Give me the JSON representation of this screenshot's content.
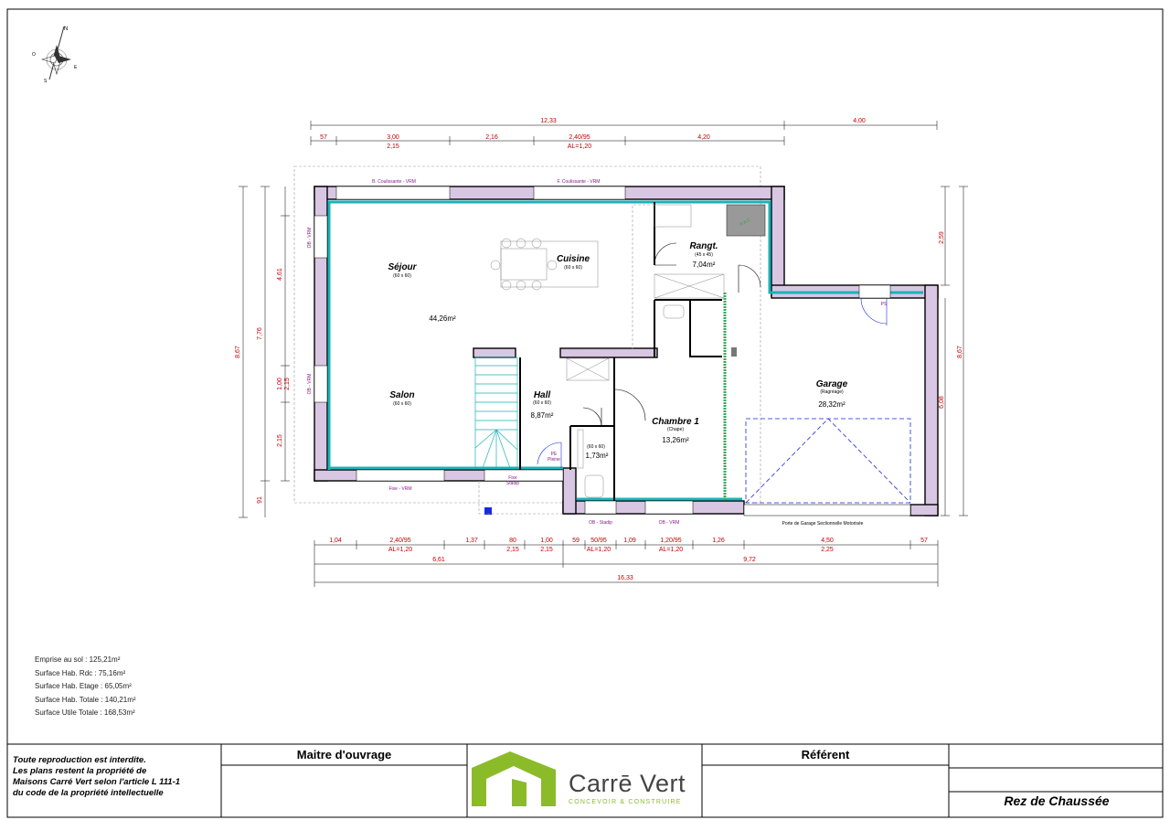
{
  "compass": {
    "n": "N",
    "s": "S",
    "e": "E",
    "o": "O"
  },
  "dims_top_total": [
    "12,33",
    "4,00"
  ],
  "dims_top": [
    {
      "t": "57"
    },
    {
      "t": "3,00",
      "b": "2,15"
    },
    {
      "t": "2,16"
    },
    {
      "t": "2,40/95",
      "b": "AL=1,20"
    },
    {
      "t": "4,20"
    }
  ],
  "dims_bottom": [
    {
      "t": "1,04"
    },
    {
      "t": "2,40/95",
      "b": "AL=1,20"
    },
    {
      "t": "1,37"
    },
    {
      "t": "80",
      "b": "2,15"
    },
    {
      "t": "1,00",
      "b": "2,15"
    },
    {
      "t": "59"
    },
    {
      "t": "50/95",
      "b": "AL=1,20"
    },
    {
      "t": "1,09"
    },
    {
      "t": "1,20/95",
      "b": "AL=1,20"
    },
    {
      "t": "1,26"
    },
    {
      "t": "4,50",
      "b": "2,25"
    },
    {
      "t": "57"
    }
  ],
  "dims_bottom_mid": [
    "6,61",
    "9,72"
  ],
  "dims_bottom_total": "16,33",
  "dims_left": [
    "8,67",
    "7,76",
    "4,61",
    "1,00",
    "2,15",
    "2,15",
    "91"
  ],
  "dims_right": [
    "2,59",
    "8,67",
    "6,08"
  ],
  "openings": {
    "top_left": "B. Coulissante - VRM",
    "top_right": "F. Coulissante - VRM",
    "left_top": "OB - VRM",
    "left_bottom": "OB - VRM",
    "bottom_salon": "Fixe - VRM",
    "fixe_stadip": "Fixe\nStadip",
    "pe_pleine": "PE\nPleine",
    "ob_stadip": "OB - Stadip",
    "ob_vrm": "OB - VRM",
    "garage_door": "Porte de Garage Sectionnelle Motorisée",
    "ps": "PS",
    "pac": "P.A.C"
  },
  "rooms": {
    "sejour": {
      "name": "Séjour",
      "tile": "(60 x 60)"
    },
    "salon": {
      "name": "Salon",
      "tile": "(60 x 60)"
    },
    "living_area": "44,26m²",
    "cuisine": {
      "name": "Cuisine",
      "tile": "(60 x 60)"
    },
    "hall": {
      "name": "Hall",
      "tile": "(60 x 60)",
      "area": "8,87m²"
    },
    "wc": {
      "tile": "(60 x 60)",
      "area": "1,73m²"
    },
    "rangt": {
      "name": "Rangt.",
      "tile": "(45 x 45)",
      "area": "7,04m²"
    },
    "chambre": {
      "name": "Chambre 1",
      "tile": "(Chape)",
      "area": "13,26m²"
    },
    "garage": {
      "name": "Garage",
      "tile": "(Ragréage)",
      "area": "28,32m²"
    }
  },
  "surfaces": [
    "Emprise au sol : 125,21m²",
    "Surface Hab. Rdc : 75,16m²",
    "Surface Hab. Etage : 65,05m²",
    "Surface Hab. Totale : 140,21m²",
    "Surface Utile Totale : 168,53m²"
  ],
  "cartouche": {
    "notice": "Toute reproduction est interdite.\nLes plans restent la propriété de\nMaisons Carré Vert selon l'article L 111-1\ndu code de la propriété intellectuelle",
    "maitre": "Maitre d'ouvrage",
    "referent": "Référent",
    "level": "Rez de Chaussée",
    "logo_name": "Carrē Vert",
    "logo_tagline": "CONCEVOIR & CONSTRUIRE",
    "logo_color": "#8cbb2a"
  }
}
